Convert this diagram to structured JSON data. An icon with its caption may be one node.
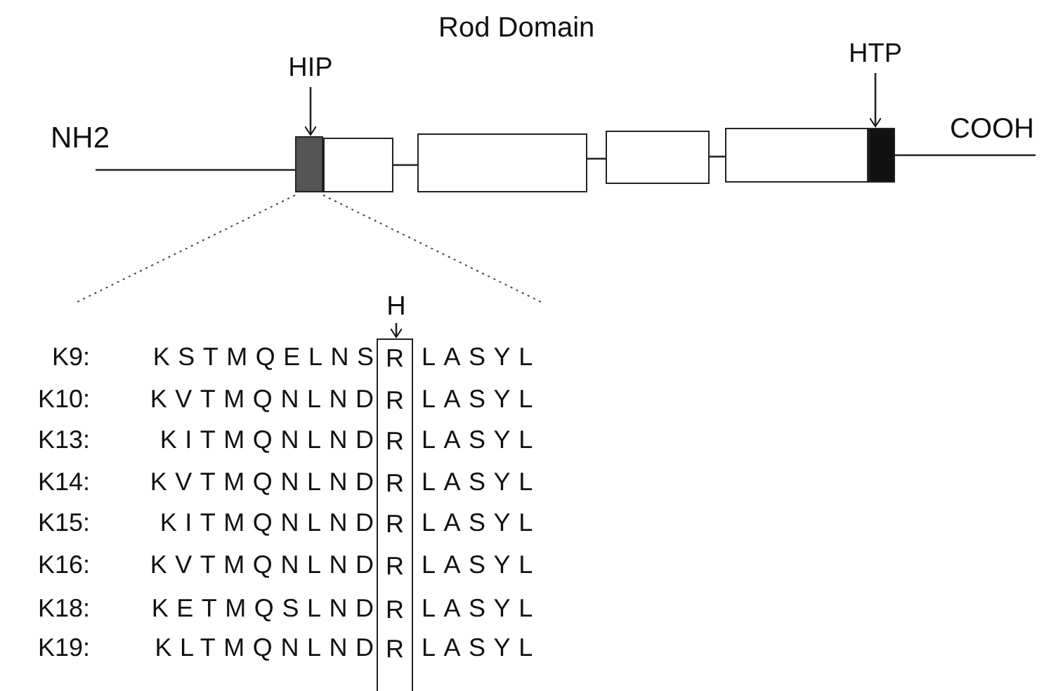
{
  "diagram": {
    "nodes": [
      {
        "text": [
          "HIP"
        ]
      },
      {
        "text": [
          "HTP"
        ]
      },
      {
        "text": [],
        "shape": "box"
      },
      {
        "text": [],
        "shape": "box"
      },
      {
        "text": [],
        "shape": "box"
      },
      {
        "text": [],
        "shape": "box"
      },
      {
        "text": [],
        "shape": "box"
      },
      {
        "text": [],
        "shape": "box"
      },
      {
        "text": [
          "H"
        ]
      },
      {
        "text": [
          "R",
          "R",
          "R",
          "R",
          "R",
          "R",
          "R",
          "R"
        ]
      }
    ],
    "edges": [
      {
        "from": 0,
        "to": 2,
        "arrow": "to"
      },
      {
        "from": 1,
        "to": 7,
        "arrow": "to"
      },
      {
        "from": null,
        "to": 2,
        "arrow": "none"
      },
      {
        "from": 3,
        "to": 4,
        "arrow": "none"
      },
      {
        "from": 4,
        "to": 5,
        "arrow": "none"
      },
      {
        "from": 5,
        "to": 6,
        "arrow": "none"
      },
      {
        "from": 7,
        "to": null,
        "arrow": "none"
      },
      {
        "from": 8,
        "to": 9,
        "arrow": "to"
      }
    ],
    "labels": [
      "Rod Domain",
      "NH2",
      "COOH",
      "K9:",
      "KSTMQELNS",
      "LASYL",
      "K10:",
      "KVTMQNLND",
      "LASYL",
      "K13:",
      "KITMQNLND",
      "LASYL",
      "K14:",
      "KVTMQNLND",
      "LASYL",
      "K15:",
      "KITMQNLND",
      "LASYL",
      "K16:",
      "KVTMQNLND",
      "LASYL",
      "K18:",
      "KETMQSLND",
      "LASYL",
      "K19:",
      "KLTMQNLND",
      "LASYL"
    ]
  }
}
